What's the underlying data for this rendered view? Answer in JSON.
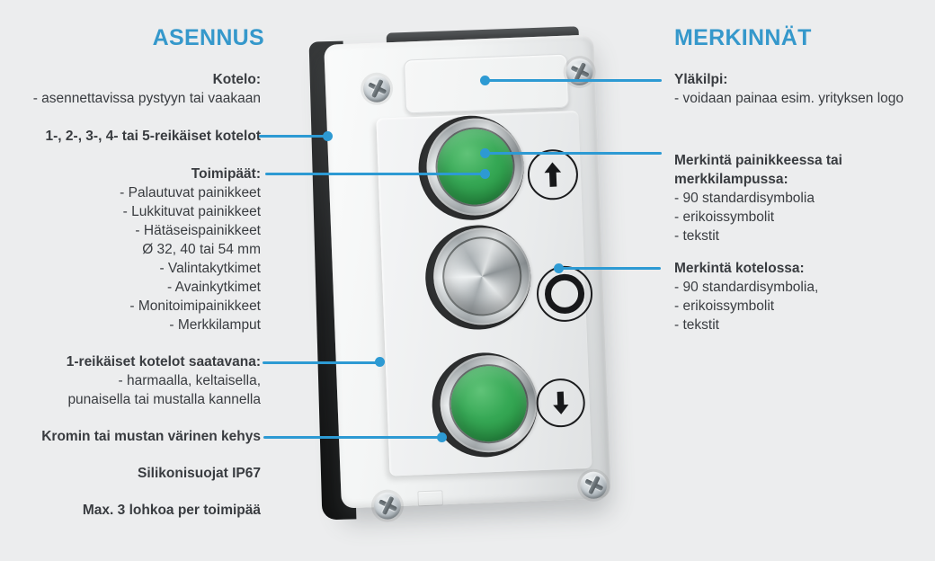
{
  "colors": {
    "background": "#ECEDEE",
    "accent_blue": "#2D9AD3",
    "heading_blue": "#3598CB",
    "text": "#393C40",
    "button_green": "#2EA24C",
    "button_red": "#E54530",
    "enclosure_black": "#1E1F20",
    "enclosure_gray": "#E9EBEC"
  },
  "left_column": {
    "heading": "ASENNUS",
    "kotelo_title": "Kotelo:",
    "kotelo_line": "- asennettavissa pystyyn tai vaakaan",
    "holes_label": "1-, 2-, 3-, 4- tai 5-reikäiset kotelot",
    "toimipaat_title": "Toimipäät:",
    "toimipaat_items": [
      "- Palautuvat painikkeet",
      "- Lukkituvat painikkeet",
      "- Hätäseispainikkeet",
      "Ø 32, 40 tai 54 mm",
      "- Valintakytkimet",
      "- Avainkytkimet",
      "- Monitoimipainikkeet",
      "- Merkkilamput"
    ],
    "single_hole_title": "1-reikäiset kotelot saatavana:",
    "single_hole_items": [
      "- harmaalla, keltaisella,",
      "punaisella tai mustalla kannella"
    ],
    "frame_label": "Kromin tai mustan värinen kehys",
    "silicone_label": "Silikonisuojat IP67",
    "max_label": "Max. 3 lohkoa per toimipää"
  },
  "right_column": {
    "heading": "MERKINNÄT",
    "top_plate_title": "Yläkilpi:",
    "top_plate_line": "- voidaan painaa esim. yrityksen logo",
    "button_marking_title_line1": "Merkintä painikkeessa tai",
    "button_marking_title_line2": "merkkilampussa:",
    "button_marking_items": [
      "- 90 standardisymbolia",
      "- erikoissymbolit",
      "- tekstit"
    ],
    "enclosure_marking_title": "Merkintä kotelossa:",
    "enclosure_marking_items": [
      "- 90 standardisymbolia,",
      "- erikoissymbolit",
      "- tekstit"
    ]
  }
}
